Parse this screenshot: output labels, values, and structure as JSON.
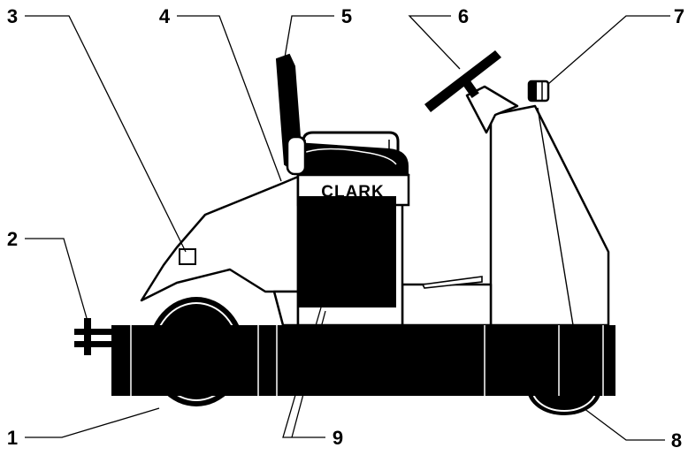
{
  "diagram": {
    "brand_text": "CLARK",
    "callouts": [
      {
        "id": "1",
        "label": "1"
      },
      {
        "id": "2",
        "label": "2"
      },
      {
        "id": "3",
        "label": "3"
      },
      {
        "id": "4",
        "label": "4"
      },
      {
        "id": "5",
        "label": "5"
      },
      {
        "id": "6",
        "label": "6"
      },
      {
        "id": "7",
        "label": "7"
      },
      {
        "id": "8",
        "label": "8"
      },
      {
        "id": "9",
        "label": "9"
      }
    ]
  }
}
